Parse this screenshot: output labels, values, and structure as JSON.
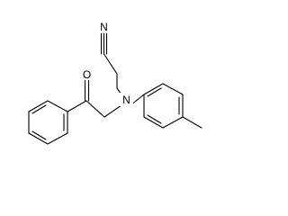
{
  "molecule": {
    "atom_labels": {
      "nitrile_nitrogen": "N",
      "amine_nitrogen": "N",
      "carbonyl_oxygen": "O"
    }
  },
  "colors": {
    "bond": "#000000",
    "label": "#000000",
    "background": "#ffffff"
  }
}
